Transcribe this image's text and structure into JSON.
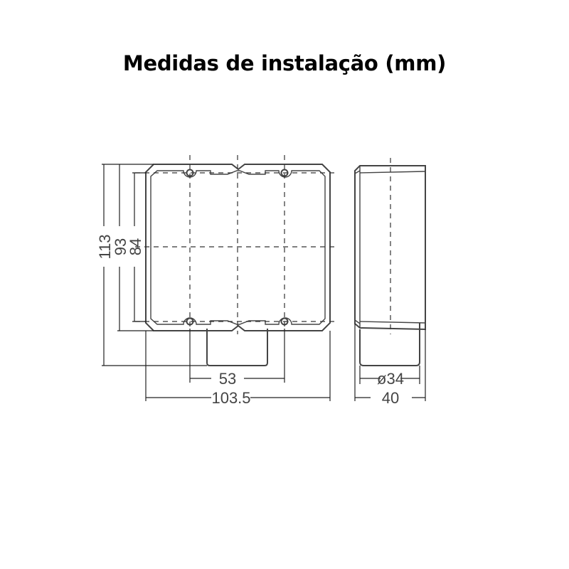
{
  "title": "Medidas de instalação (mm)",
  "front_view": {
    "dimensions": {
      "total_height": "113",
      "body_height": "93",
      "mount_hole_spacing_vertical": "84",
      "mount_hole_spacing_horizontal": "53",
      "total_width": "103.5"
    }
  },
  "side_view": {
    "dimensions": {
      "inner_diameter": "ø34",
      "depth": "40"
    }
  },
  "colors": {
    "line": "#444444",
    "text": "#444444",
    "title": "#000000",
    "background": "#ffffff"
  }
}
